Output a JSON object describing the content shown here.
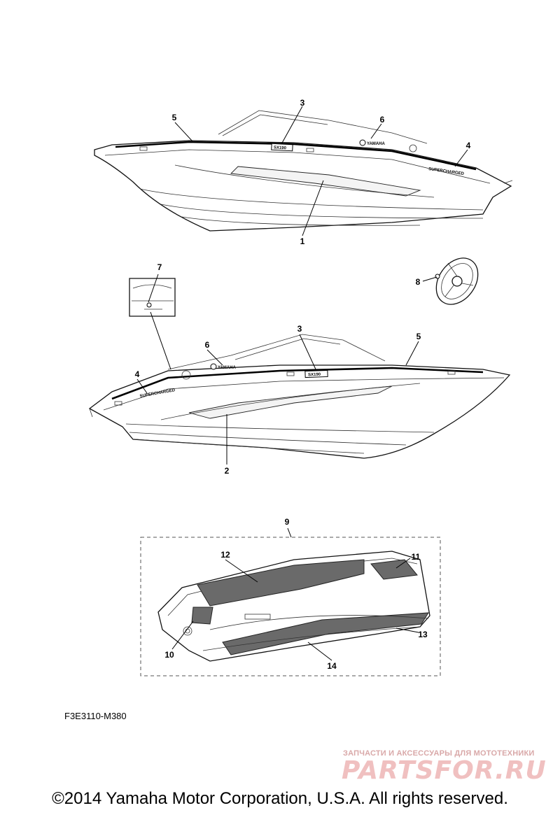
{
  "diagram": {
    "callouts": [
      "1",
      "2",
      "3",
      "3",
      "4",
      "4",
      "5",
      "5",
      "6",
      "6",
      "7",
      "8",
      "9",
      "10",
      "11",
      "12",
      "13",
      "14"
    ],
    "decals": {
      "model_badge": "SX190",
      "brand": "YAMAHA",
      "side_script": "SUPERCHARGED"
    }
  },
  "footer": {
    "doc_code": "F3E3110-M380",
    "watermark_line": "ЗАПЧАСТИ И АКСЕССУАРЫ ДЛЯ МОТОТЕХНИКИ",
    "watermark_logo": "PARTSFOR.RU",
    "copyright": "©2014 Yamaha Motor Corporation, U.S.A. All rights reserved."
  },
  "colors": {
    "line": "#000000",
    "mat": "#6a6a6a",
    "watermark": "#f0c0c0"
  }
}
